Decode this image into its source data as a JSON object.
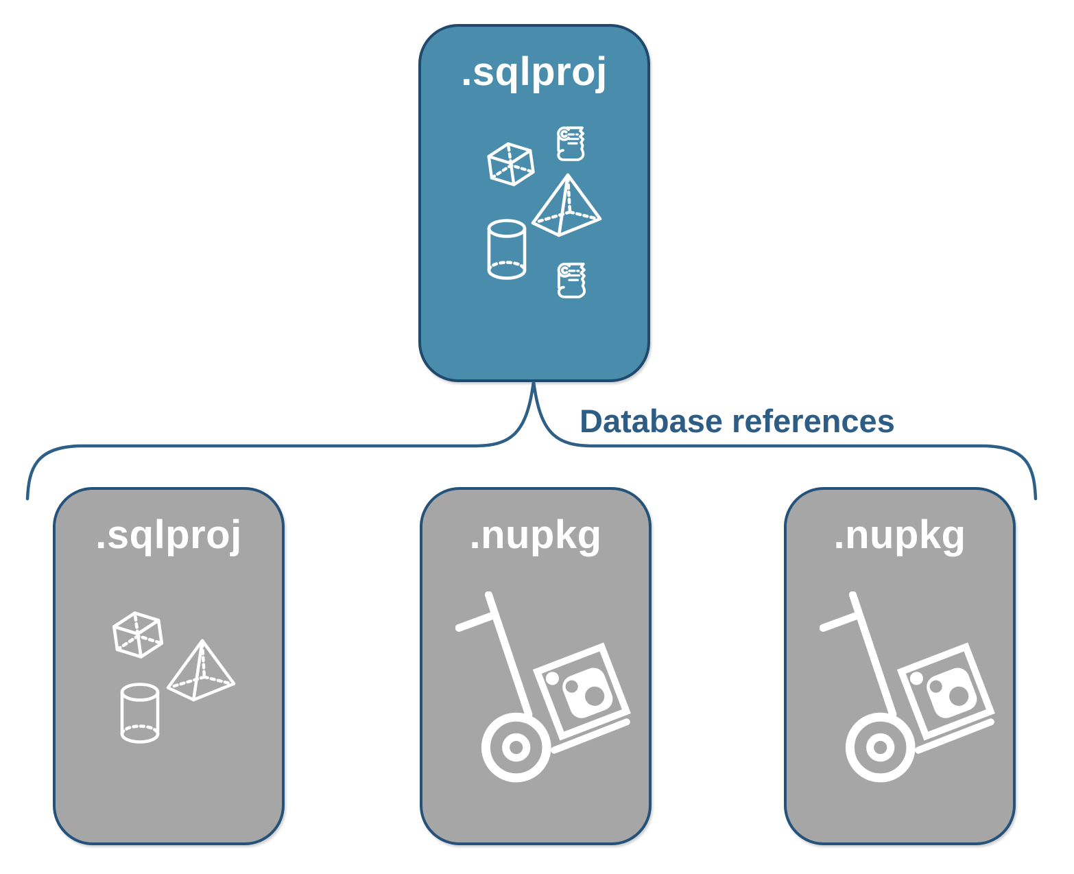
{
  "diagram": {
    "root_box": {
      "label": ".sqlproj"
    },
    "connector_label": "Database references",
    "child_boxes": [
      {
        "label": ".sqlproj"
      },
      {
        "label": ".nupkg"
      },
      {
        "label": ".nupkg"
      }
    ],
    "icons": {
      "root": [
        "cube-icon",
        "script-scroll-icon",
        "pyramid-icon",
        "cylinder-icon",
        "script-scroll-icon"
      ],
      "child_sqlproj": [
        "cube-icon",
        "pyramid-icon",
        "cylinder-icon"
      ],
      "child_nupkg": [
        "nuget-handtruck-icon"
      ]
    },
    "colors": {
      "background": "#ffffff",
      "root_box_fill": "#4a8cab",
      "root_box_border": "#1f4a6d",
      "child_box_fill": "#a6a6a6",
      "child_box_border": "#24527a",
      "connector_stroke": "#2e5f86",
      "connector_label_color": "#2d5c84",
      "box_label_color": "#ffffff",
      "icon_color": "#ffffff"
    }
  }
}
